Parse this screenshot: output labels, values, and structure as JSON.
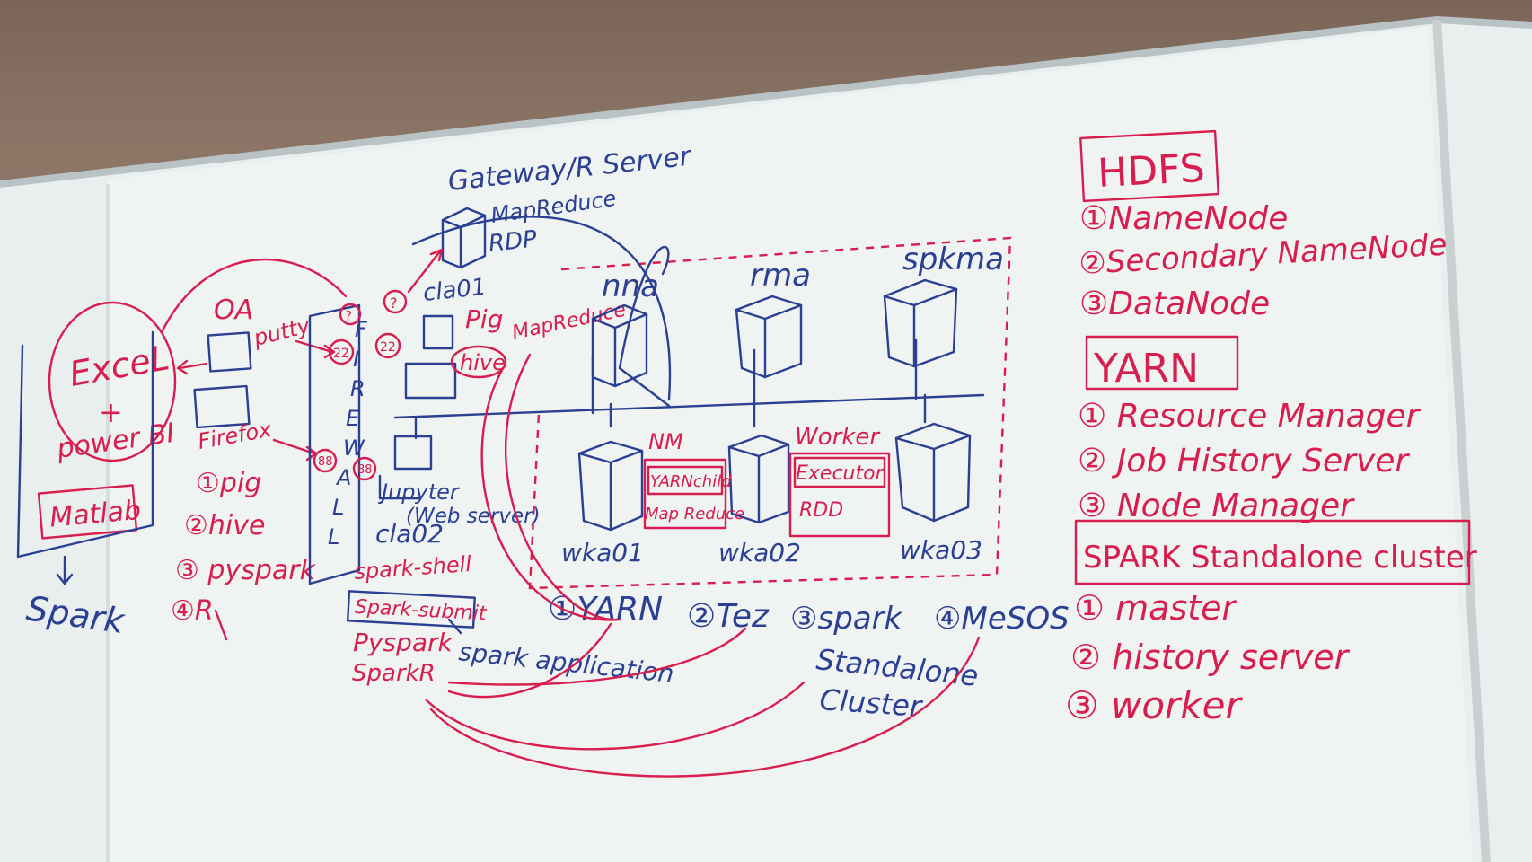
{
  "colors": {
    "red_marker": "#d81d4f",
    "blue_marker": "#2b3f93",
    "board": "#eef3f2",
    "wall": "#7d6a5d"
  },
  "board": {
    "gateway": {
      "title": "Gateway/R Server",
      "line1": "MapReduce",
      "line2": "RDP"
    },
    "client": {
      "excel": "ExceL",
      "plus": "+",
      "powerbi": "power BI",
      "matlab": "Matlab",
      "spark": "Spark"
    },
    "oa": {
      "title": "OA",
      "putty": "putty",
      "firefox": "Firefox",
      "tools": [
        "①pig",
        "②hive",
        "③ pyspark",
        "④R"
      ]
    },
    "firewall": {
      "letters": [
        "F",
        "I",
        "R",
        "E",
        "W",
        "A",
        "L",
        "L"
      ],
      "port22a": "22",
      "port22b": "22",
      "port88a": "88",
      "port88b": "88",
      "q1": "?",
      "q2": "?"
    },
    "cla01": {
      "title": "cla01",
      "pig": "Pig",
      "hive": "hive",
      "mapreduce": "MapReduce",
      "jupyter": "Jupyter",
      "webserver": "(Web server)",
      "cla02": "cla02"
    },
    "spark_cmds": {
      "shell": "spark-shell",
      "submit": "Spark-submit",
      "pyspark": "Pyspark",
      "sparkr": "SparkR",
      "application": "spark application"
    },
    "cluster": {
      "masters": [
        "nna",
        "rma",
        "spkma"
      ],
      "workers": [
        "wka01",
        "wka02",
        "wka03"
      ],
      "nm": "NM",
      "yarnchild": "YARNchild",
      "mapreduce": "Map Reduce",
      "worker": "Worker",
      "executor": "Executor",
      "rdd": "RDD"
    },
    "managers": {
      "yarn": "①YARN",
      "tez": "②Tez",
      "spark": "③spark",
      "standalone": "Standalone",
      "cluster": "Cluster",
      "mesos": "④MeSOS"
    },
    "hdfs": {
      "title": "HDFS",
      "items": [
        "①NameNode",
        "②Secondary NameNode",
        "③DataNode"
      ]
    },
    "yarn": {
      "title": "YARN",
      "items": [
        "① Resource Manager",
        "② Job History Server",
        "③ Node Manager"
      ]
    },
    "spark": {
      "title": "SPARK Standalone cluster",
      "items": [
        "① master",
        "② history server",
        "③ worker"
      ]
    }
  }
}
